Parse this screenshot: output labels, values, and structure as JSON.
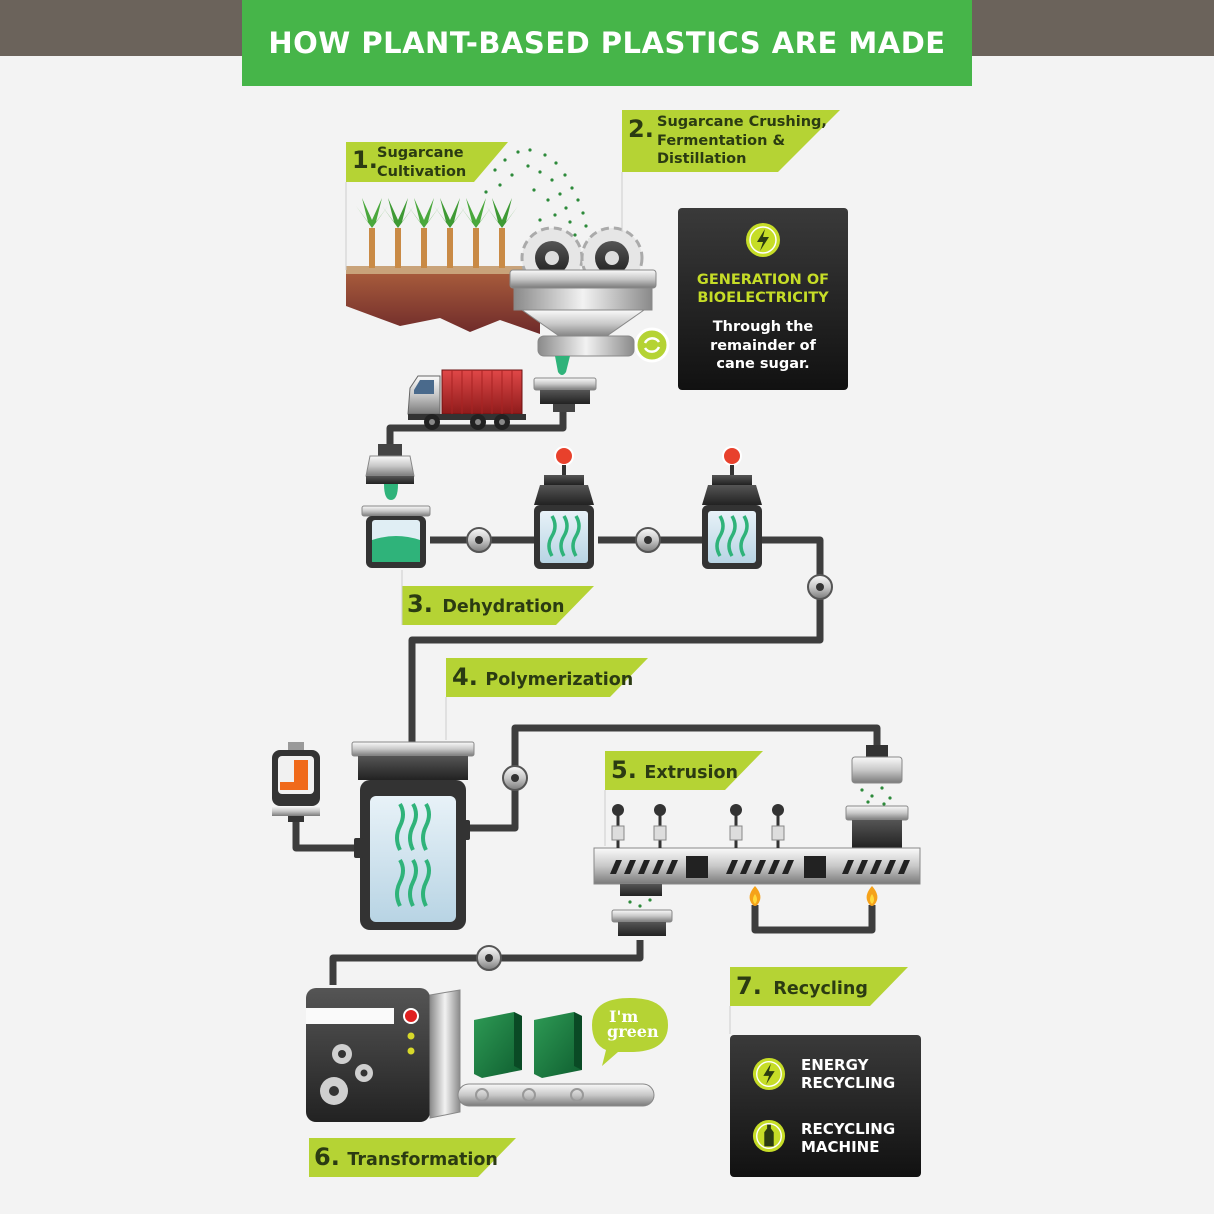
{
  "title": "HOW PLANT-BASED PLASTICS ARE MADE",
  "steps": [
    {
      "num": "1.",
      "label_line1": "Sugarcane",
      "label_line2": "Cultivation"
    },
    {
      "num": "2.",
      "label_line1": "Sugarcane Crushing,",
      "label_line2": "Fermentation &",
      "label_line3": "Distillation"
    },
    {
      "num": "3.",
      "label": "Dehydration"
    },
    {
      "num": "4.",
      "label": "Polymerization"
    },
    {
      "num": "5.",
      "label": "Extrusion"
    },
    {
      "num": "6.",
      "label": "Transformation"
    },
    {
      "num": "7.",
      "label": "Recycling"
    }
  ],
  "bioelectricity": {
    "title_line1": "GENERATION OF",
    "title_line2": "BIOELECTRICITY",
    "text_line1": "Through the",
    "text_line2": "remainder of",
    "text_line3": "cane sugar."
  },
  "recycling": {
    "items": [
      {
        "line1": "ENERGY",
        "line2": "RECYCLING",
        "icon": "lightning-icon"
      },
      {
        "line1": "RECYCLING",
        "line2": "MACHINE",
        "icon": "bottle-icon"
      }
    ]
  },
  "bubble": {
    "line1": "I'm",
    "line2": "green"
  },
  "colors": {
    "title_green": "#46b549",
    "label_lime": "#b5d334",
    "accent_lime": "#c6dd27",
    "top_band": "#6b635b",
    "pipe": "#3d3d3d",
    "liquid": "#2fb37a"
  }
}
